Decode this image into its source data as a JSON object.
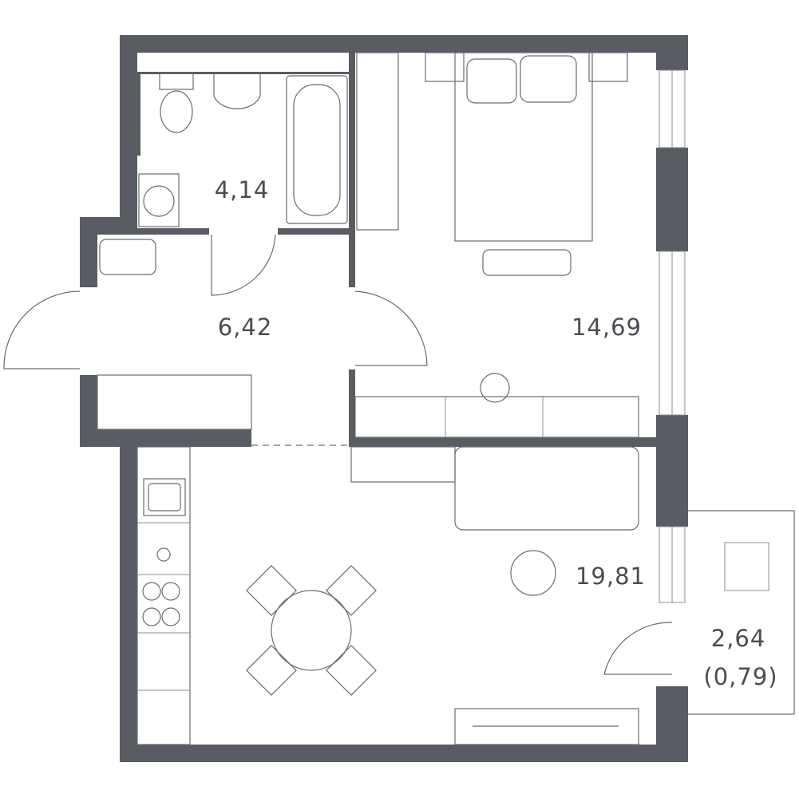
{
  "rooms": {
    "bathroom": {
      "area": "4,14"
    },
    "hallway": {
      "area": "6,42"
    },
    "bedroom": {
      "area": "14,69"
    },
    "living_kitchen": {
      "area": "19,81"
    },
    "balcony": {
      "area": "2,64",
      "reduced_area": "(0,79)"
    }
  },
  "colors": {
    "wall": "#5a5c63",
    "text": "#4a4c53"
  }
}
